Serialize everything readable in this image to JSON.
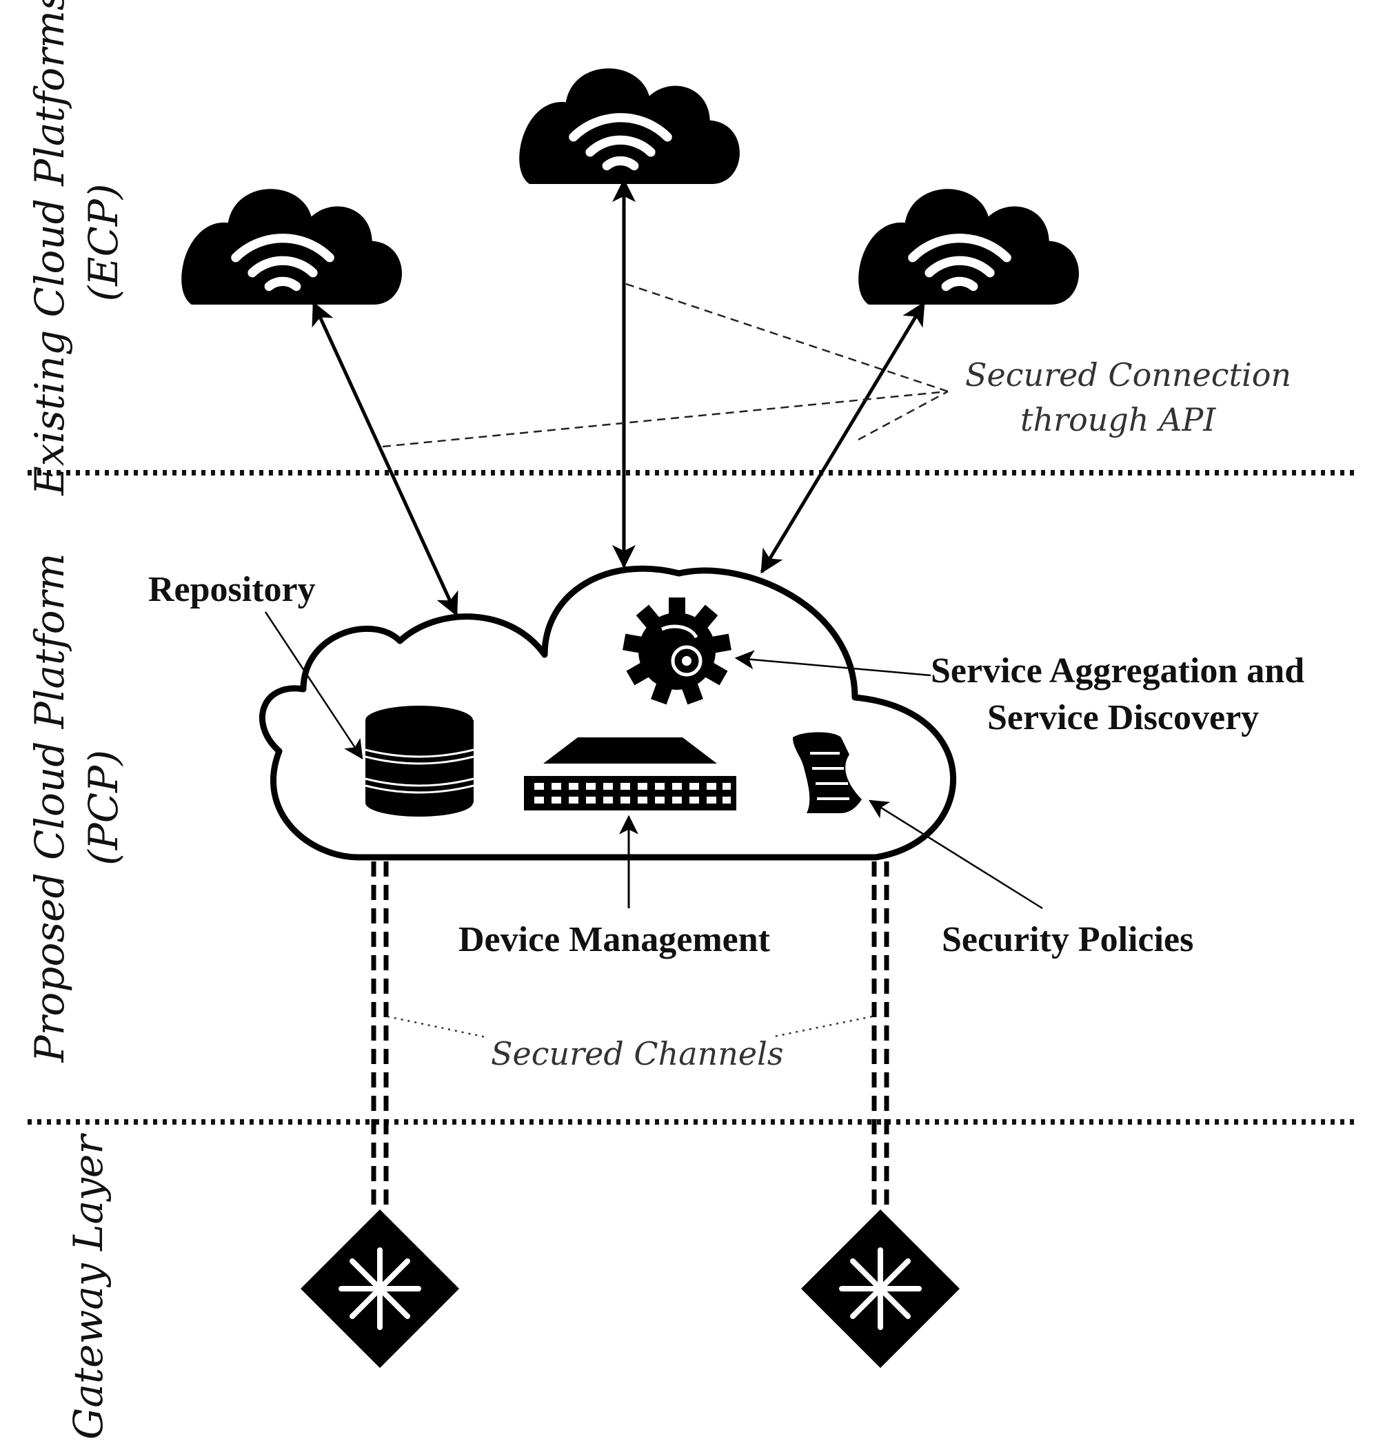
{
  "layers": {
    "ecp_line1": "Existing Cloud Platforms",
    "ecp_line2": "(ECP)",
    "pcp_line1": "Proposed Cloud Platform",
    "pcp_line2": "(PCP)",
    "gateway": "Gateway Layer"
  },
  "labels": {
    "repository": "Repository",
    "service_line1": "Service Aggregation and",
    "service_line2": "Service Discovery",
    "device_management": "Device Management",
    "security_policies": "Security Policies",
    "secured_connection_line1": "Secured Connection",
    "secured_connection_line2": "through API",
    "secured_channels": "Secured Channels"
  },
  "icons": {
    "ecp_clouds": "wifi-cloud-icon",
    "pcp_cloud": "cloud-outline-icon",
    "repository": "database-icon",
    "service": "gear-icon",
    "device": "network-switch-icon",
    "security": "scroll-document-icon",
    "gateway": "gateway-asterisk-icon"
  }
}
